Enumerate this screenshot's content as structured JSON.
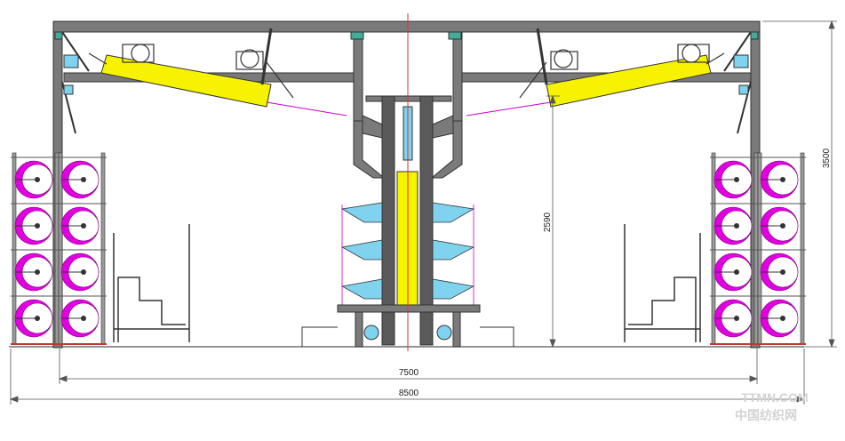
{
  "dimensions": {
    "overall_width": "8500",
    "rail_span": "7500",
    "overall_height": "3500",
    "hopper_height": "2590"
  },
  "watermark": {
    "site": "TTMN.COM",
    "name": "中国纺织网"
  },
  "colors": {
    "frame": "#4a4a4a",
    "frame_fill": "#7a7a7a",
    "yellow": "#f6f200",
    "bobbin": "#e000e0",
    "cyan": "#7fd3ee",
    "centerline": "#e03030",
    "dim_line": "#555555"
  }
}
